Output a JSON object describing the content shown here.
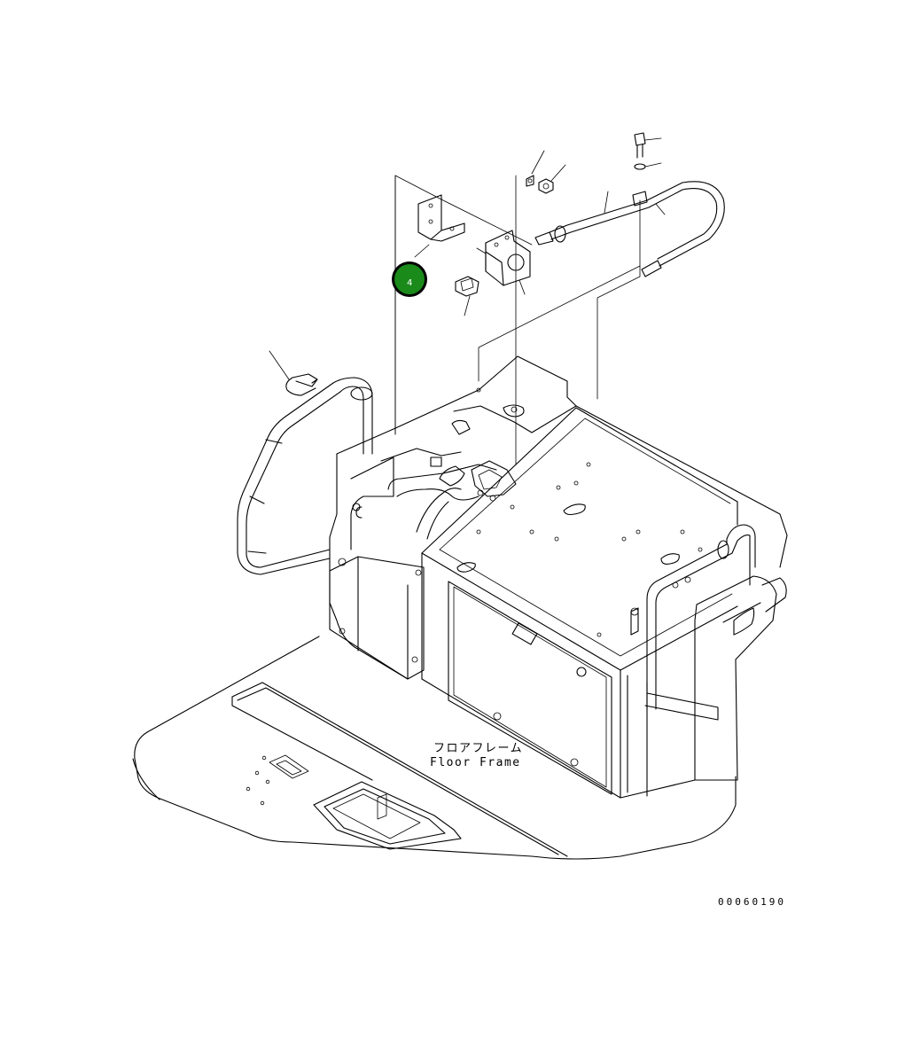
{
  "diagram": {
    "label_jp": "フロアフレーム",
    "label_en": "Floor Frame",
    "drawing_ref": "00060190",
    "callout": {
      "number": "4",
      "color": "#1a8a1a"
    }
  }
}
